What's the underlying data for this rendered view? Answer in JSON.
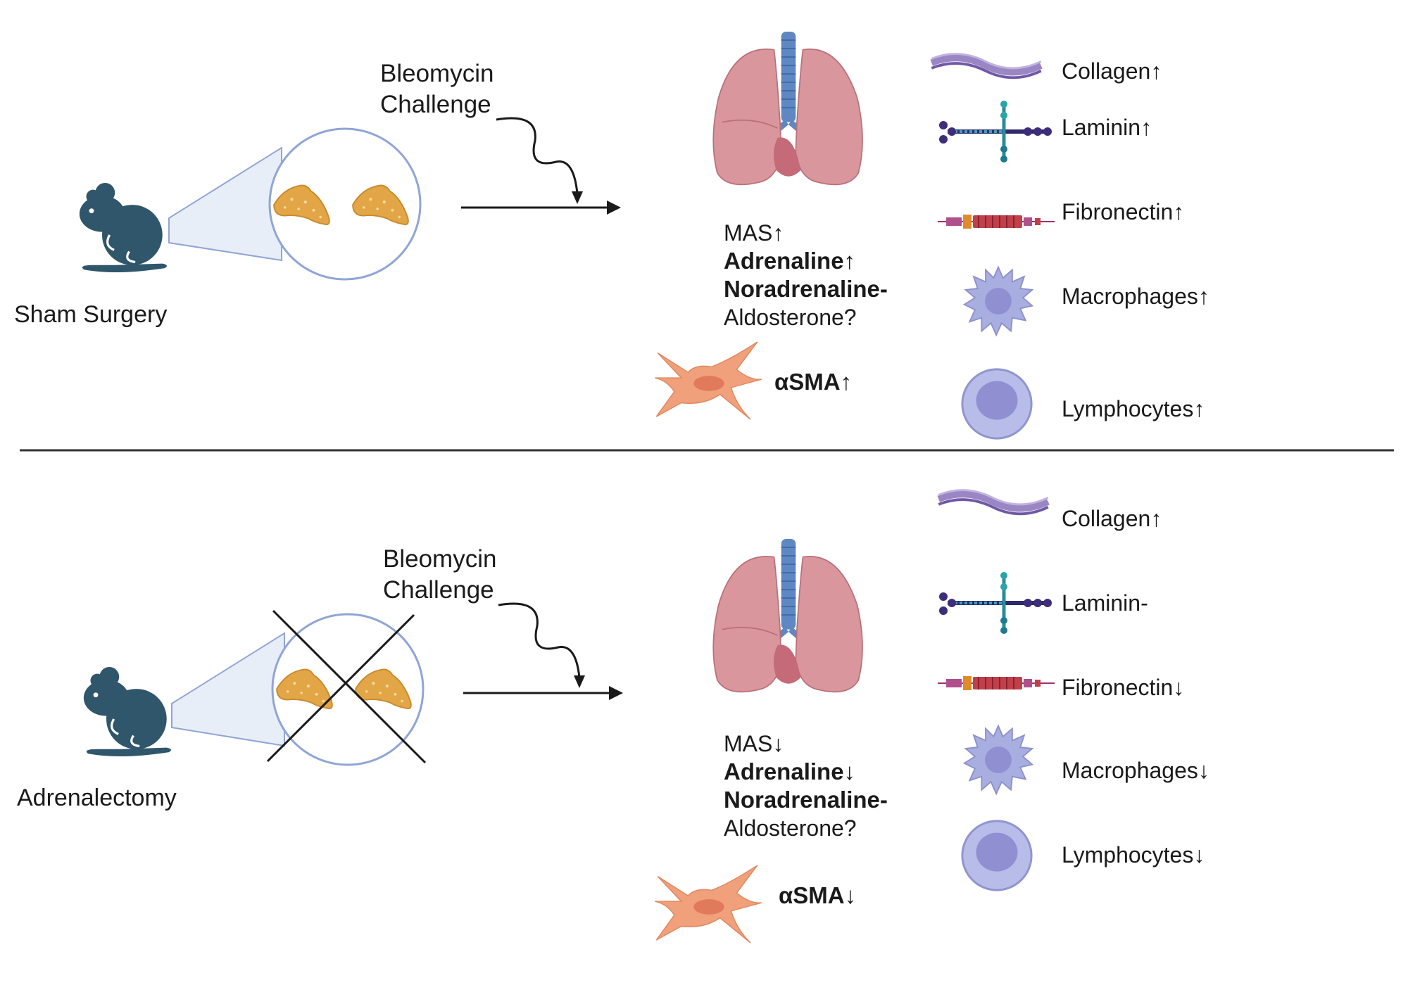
{
  "divider_color": "#333333",
  "colors": {
    "mouse": "#2f566b",
    "gland": "#e3a646",
    "magnifier": "#8fa5d6",
    "lung": "#d9969c",
    "trachea": "#5f87c1",
    "fibroblast": "#f0a07a",
    "cell": "#a9aee0"
  },
  "panels": [
    {
      "id": "sham",
      "group_label": "Sham Surgery",
      "challenge_line1": "Bleomycin",
      "challenge_line2": "Challenge",
      "adrenal_crossed": false,
      "lung_labels": [
        "MAS↑",
        "Adrenaline↑",
        "Noradrenaline-",
        "Aldosterone?"
      ],
      "asma_label": "αSMA↑",
      "markers": [
        {
          "icon": "collagen-icon",
          "label": "Collagen↑"
        },
        {
          "icon": "laminin-icon",
          "label": "Laminin↑"
        },
        {
          "icon": "fibronectin-icon",
          "label": "Fibronectin↑"
        },
        {
          "icon": "macrophage-icon",
          "label": "Macrophages↑"
        },
        {
          "icon": "lymphocyte-icon",
          "label": "Lymphocytes↑"
        }
      ]
    },
    {
      "id": "adrenalectomy",
      "group_label": "Adrenalectomy",
      "challenge_line1": "Bleomycin",
      "challenge_line2": "Challenge",
      "adrenal_crossed": true,
      "lung_labels": [
        "MAS↓",
        "Adrenaline↓",
        "Noradrenaline-",
        "Aldosterone?"
      ],
      "asma_label": "αSMA↓",
      "markers": [
        {
          "icon": "collagen-icon",
          "label": "Collagen↑"
        },
        {
          "icon": "laminin-icon",
          "label": "Laminin-"
        },
        {
          "icon": "fibronectin-icon",
          "label": "Fibronectin↓"
        },
        {
          "icon": "macrophage-icon",
          "label": "Macrophages↓"
        },
        {
          "icon": "lymphocyte-icon",
          "label": "Lymphocytes↓"
        }
      ]
    }
  ]
}
